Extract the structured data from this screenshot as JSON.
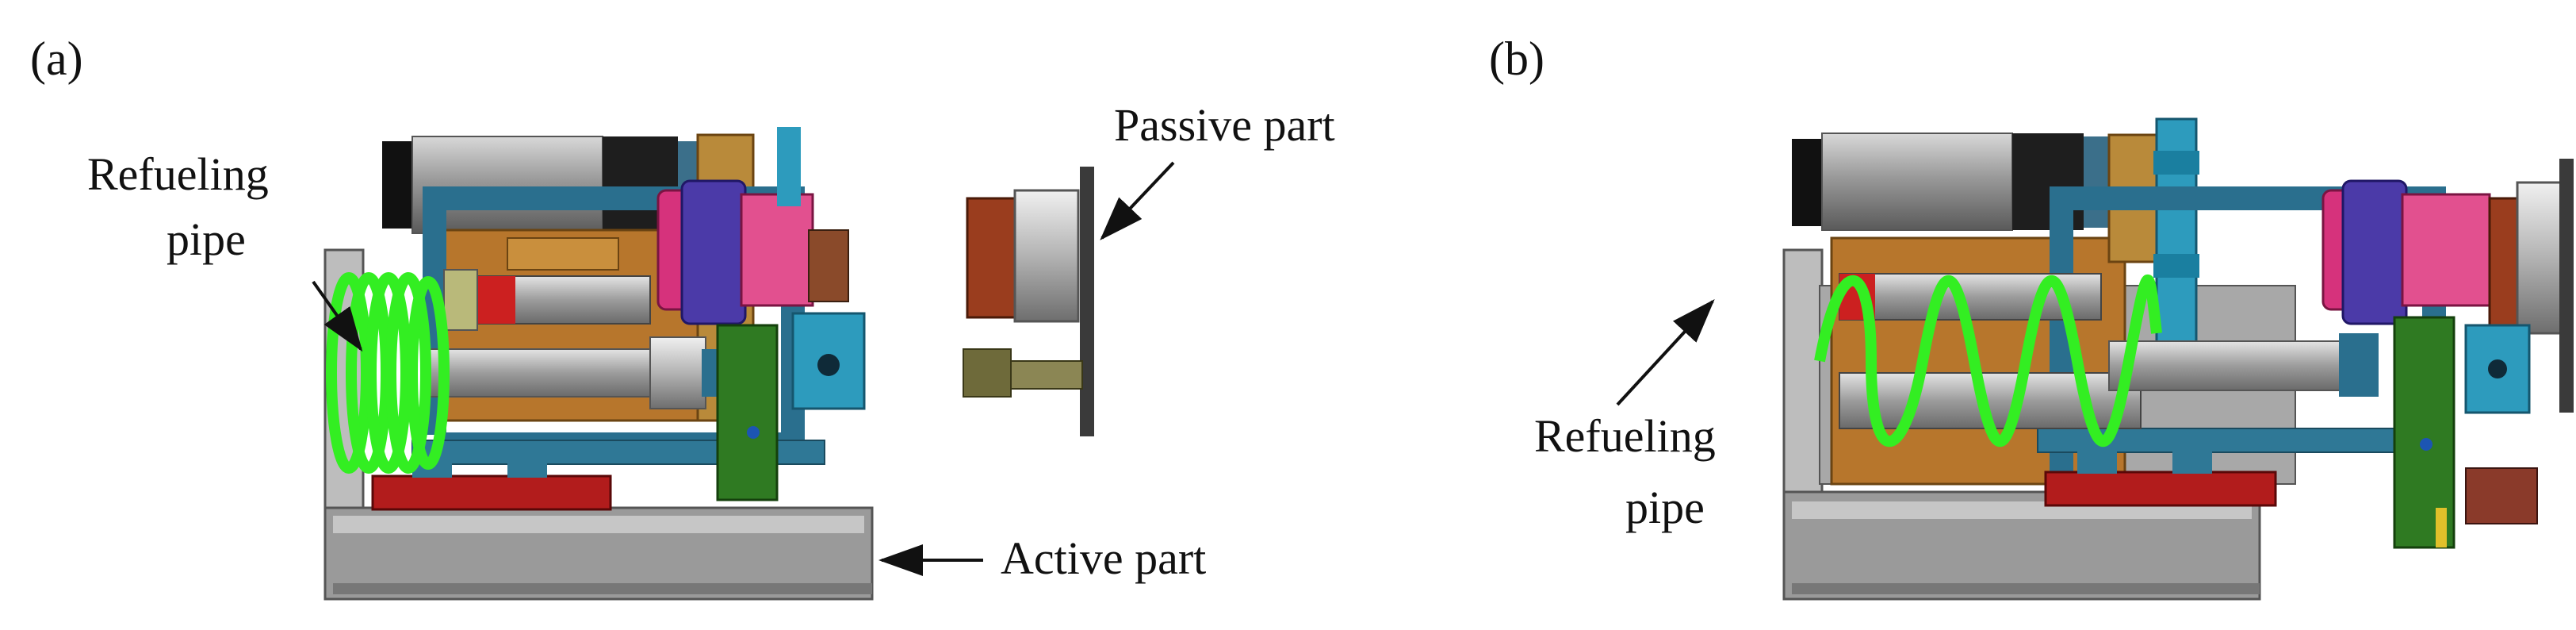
{
  "panels": [
    {
      "id": "a",
      "label": "(a)",
      "annotations": {
        "refueling_pipe_line1": "Refueling",
        "refueling_pipe_line2": "pipe",
        "passive_part": "Passive part",
        "active_part": "Active part"
      },
      "state": "refueling pipe compressed"
    },
    {
      "id": "b",
      "label": "(b)",
      "annotations": {
        "refueling_pipe_line1": "Refueling",
        "refueling_pipe_line2": "pipe"
      },
      "state": "refueling pipe extended"
    }
  ],
  "colors": {
    "spring": "#33ee22",
    "frame_blue": "#2a6f8e",
    "housing_gray": "#8e8e8e",
    "motor_dark": "#1e1e1e",
    "pink": "#d6327c",
    "purple": "#4b3aa8",
    "brown": "#b7762c",
    "red_block": "#b21c1c",
    "green_plate": "#2f7a22",
    "teal": "#2d9bbd",
    "copper": "#9a3d1e",
    "olive": "#6e6a3a"
  }
}
